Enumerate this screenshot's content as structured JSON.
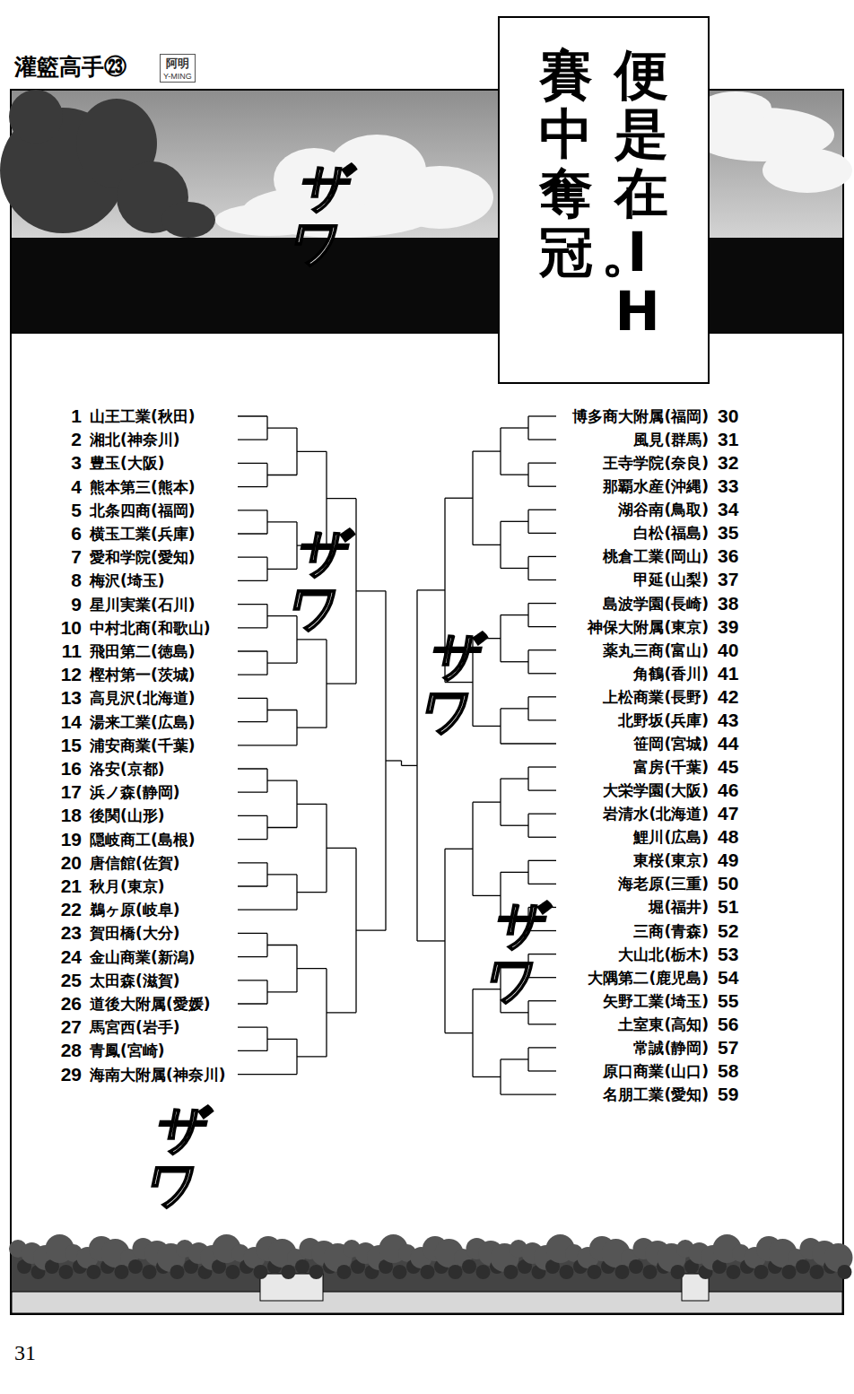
{
  "diagram": {
    "nodes": [
      {
        "text": [
          "阿明",
          "Y-MING"
        ]
      },
      {
        "text": [
          "便是在IH",
          "賽中奪冠。"
        ]
      }
    ],
    "labels": [
      "灌籃高手㉓",
      "1",
      "山王工業(秋田)",
      "2",
      "湘北(神奈川)",
      "3",
      "豊玉(大阪)",
      "4",
      "熊本第三(熊本)",
      "5",
      "北条四商(福岡)",
      "6",
      "横玉工業(兵庫)",
      "7",
      "愛和学院(愛知)",
      "8",
      "梅沢(埼玉)",
      "9",
      "星川実業(石川)",
      "10",
      "中村北商(和歌山)",
      "11",
      "飛田第二(徳島)",
      "12",
      "樫村第一(茨城)",
      "13",
      "高見沢(北海道)",
      "14",
      "湯来工業(広島)",
      "15",
      "浦安商業(千葉)",
      "16",
      "洛安(京都)",
      "17",
      "浜ノ森(静岡)",
      "18",
      "後関(山形)",
      "19",
      "隠岐商工(島根)",
      "20",
      "唐信館(佐賀)",
      "21",
      "秋月(東京)",
      "22",
      "鵜ヶ原(岐阜)",
      "23",
      "賀田橋(大分)",
      "24",
      "金山商業(新潟)",
      "25",
      "太田森(滋賀)",
      "26",
      "道後大附属(愛媛)",
      "27",
      "馬宮西(岩手)",
      "28",
      "青鳳(宮崎)",
      "29",
      "海南大附属(神奈川)",
      "30",
      "博多商大附属(福岡)",
      "31",
      "風見(群馬)",
      "32",
      "王寺学院(奈良)",
      "33",
      "那覇水産(沖縄)",
      "34",
      "湖谷南(鳥取)",
      "35",
      "白松(福島)",
      "36",
      "桃倉工業(岡山)",
      "37",
      "甲延(山梨)",
      "38",
      "島波学園(長崎)",
      "39",
      "神保大附属(東京)",
      "40",
      "薬丸三商(富山)",
      "41",
      "角鶴(香川)",
      "42",
      "上松商業(長野)",
      "43",
      "北野坂(兵庫)",
      "44",
      "笹岡(宮城)",
      "45",
      "富房(千葉)",
      "46",
      "大栄学園(大阪)",
      "47",
      "岩清水(北海道)",
      "48",
      "鯉川(広島)",
      "49",
      "東桜(東京)",
      "50",
      "海老原(三重)",
      "51",
      "堀(福井)",
      "52",
      "三商(青森)",
      "53",
      "大山北(栃木)",
      "54",
      "大隅第二(鹿児島)",
      "55",
      "矢野工業(埼玉)",
      "56",
      "土室東(高知)",
      "57",
      "常誠(静岡)",
      "58",
      "原口商業(山口)",
      "59",
      "名朋工業(愛知)",
      "ザワ",
      "ザワ",
      "ザワ",
      "ザワ",
      "ザワ",
      "31"
    ]
  }
}
